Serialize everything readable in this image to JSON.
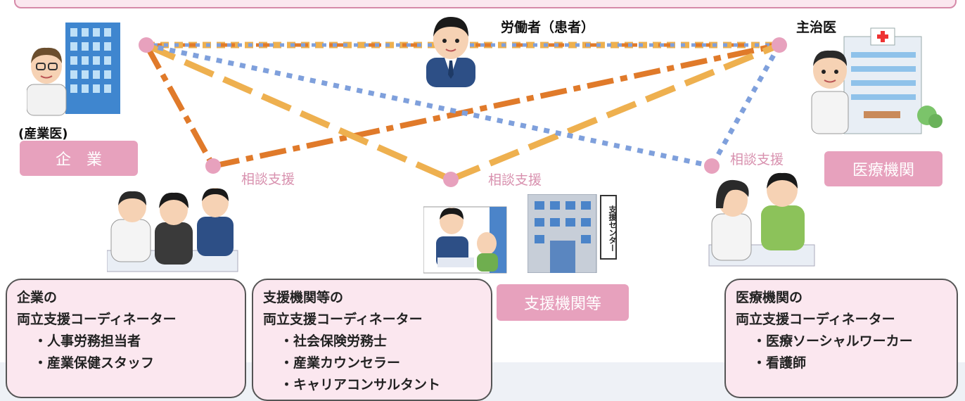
{
  "nodes": {
    "worker": "労働者（患者）",
    "doctor": "主治医",
    "occupational_doctor": "(産業医)",
    "company": "企　業",
    "medical": "医療機関",
    "support": "支援機関等"
  },
  "consult_label": "相談支援",
  "building_sign": "支援センター",
  "cards": {
    "company": {
      "title_line1": "企業の",
      "title_line2": "両立支援コーディネーター",
      "items": [
        "・人事労務担当者",
        "・産業保健スタッフ"
      ]
    },
    "support": {
      "title_line1": "支援機関等の",
      "title_line2": "両立支援コーディネーター",
      "items": [
        "・社会保険労務士",
        "・産業カウンセラー",
        "・キャリアコンサルタント"
      ]
    },
    "medical": {
      "title_line1": "医療機関の",
      "title_line2": "両立支援コーディネーター",
      "items": [
        "・医療ソーシャルワーカー",
        "・看護師"
      ]
    }
  },
  "colors": {
    "pink_box": "#e7a1bd",
    "card_bg": "#fbe7ef",
    "orange_dark": "#e07a2a",
    "orange_light": "#eeb04f",
    "blue_dots": "#7fa0dc",
    "consult_text": "#d890ae"
  }
}
